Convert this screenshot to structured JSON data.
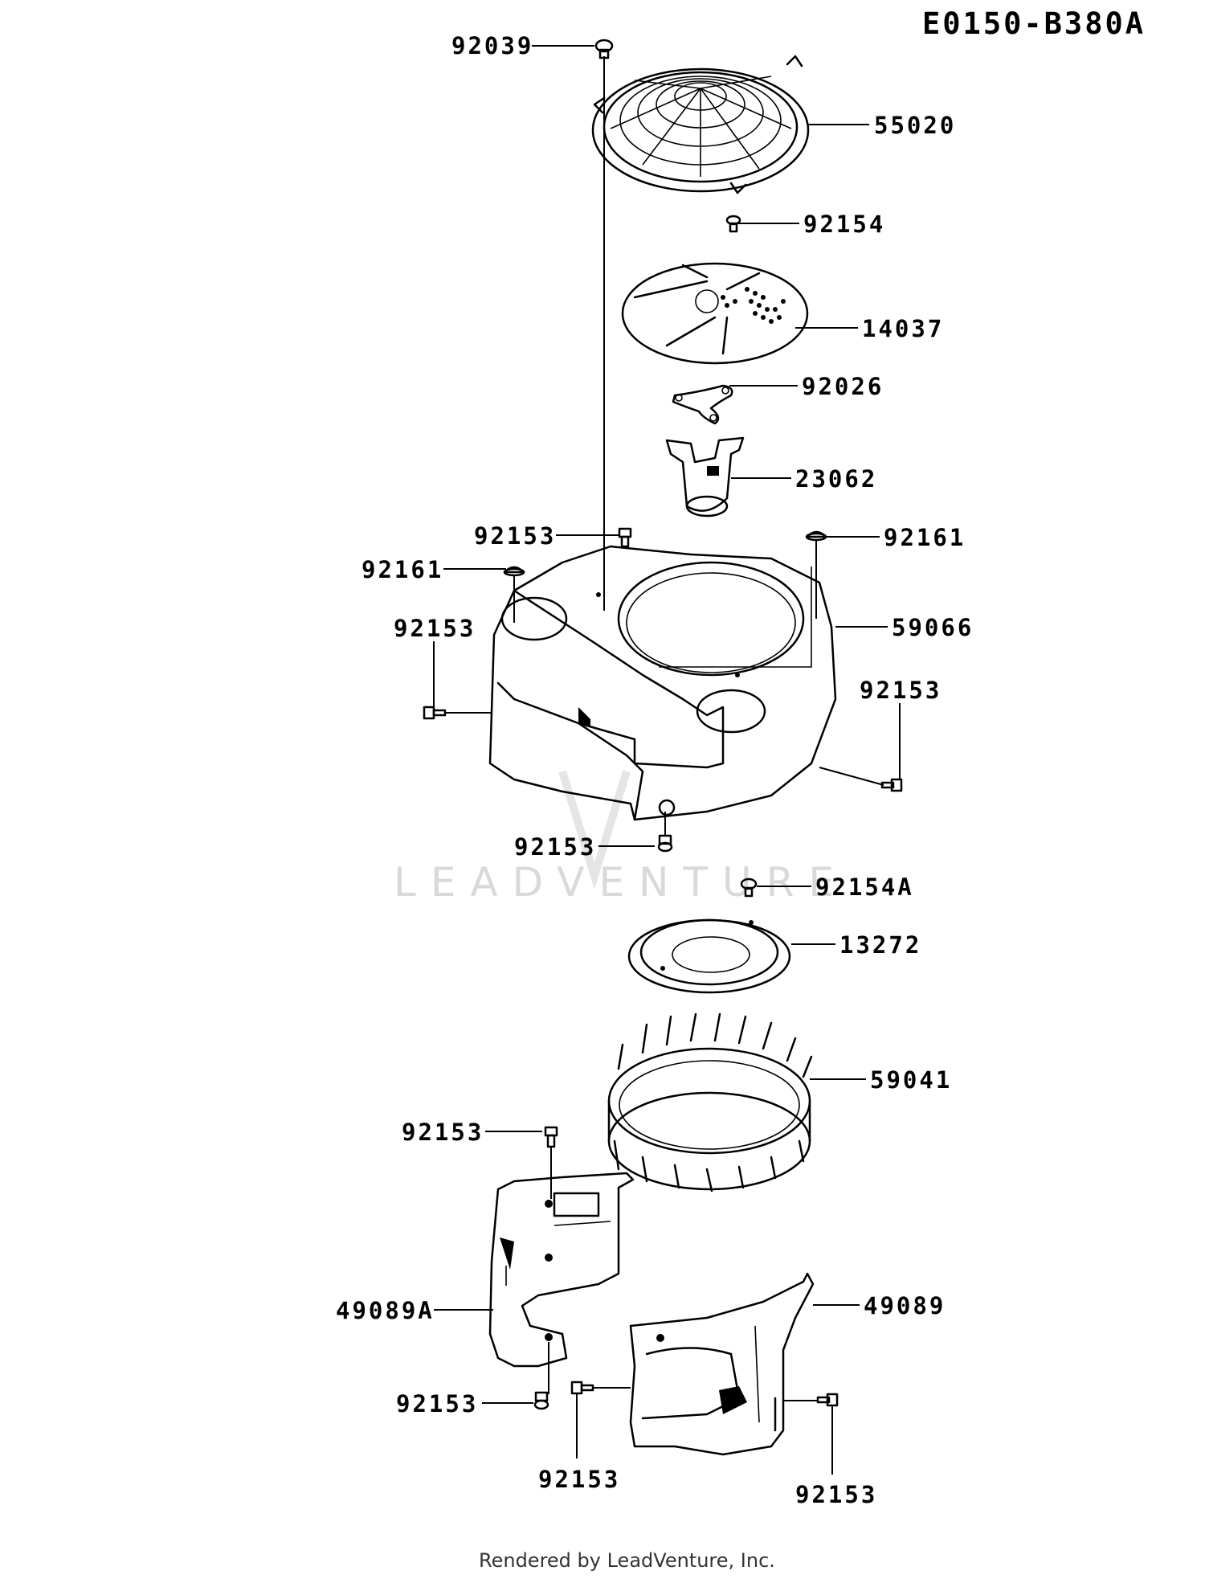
{
  "diagram_code": "E0150-B380A",
  "watermark": "LEADVENTURE",
  "footer": "Rendered by LeadVenture, Inc.",
  "callouts": {
    "c92039": "92039",
    "c55020": "55020",
    "c92154": "92154",
    "c14037": "14037",
    "c92026": "92026",
    "c23062": "23062",
    "c92153_top": "92153",
    "c92161_right": "92161",
    "c92161_left": "92161",
    "c92153_left": "92153",
    "c59066": "59066",
    "c92153_right": "92153",
    "c92153_bottom": "92153",
    "c92154A": "92154A",
    "c13272": "13272",
    "c59041": "59041",
    "c92153_shroud": "92153",
    "c49089A": "49089A",
    "c49089": "49089",
    "c92153_lowleft": "92153",
    "c92153_lowmid": "92153",
    "c92153_lowright": "92153"
  }
}
